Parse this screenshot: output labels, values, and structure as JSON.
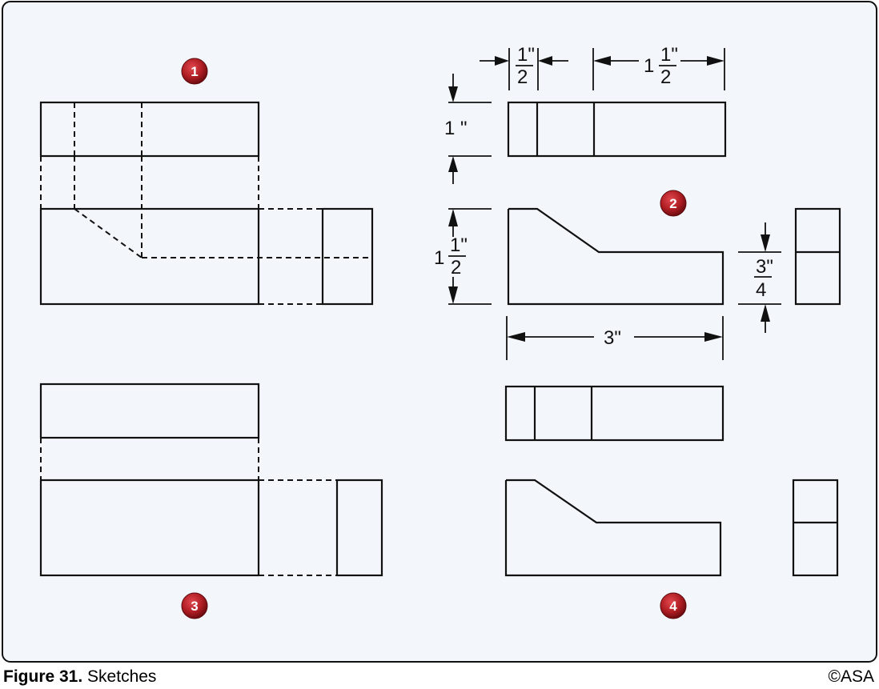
{
  "figure": {
    "label": "Figure 31.",
    "title": "Sketches",
    "copyright": "©ASA"
  },
  "badges": {
    "b1": "1",
    "b2": "2",
    "b3": "3",
    "b4": "4"
  },
  "dimensions": {
    "top_width_whole": "",
    "top_width_num": "1\"",
    "top_width_den": "2",
    "right_width_whole": "1",
    "right_width_num": "1\"",
    "right_width_den": "2",
    "depth": "1 \"",
    "height_whole": "1",
    "height_num": "1\"",
    "height_den": "2",
    "step_num": "3\"",
    "step_den": "4",
    "length": "3\""
  },
  "colors": {
    "badge": "#b01e24",
    "frame_bg": "#f3f7fb",
    "line": "#111111"
  }
}
